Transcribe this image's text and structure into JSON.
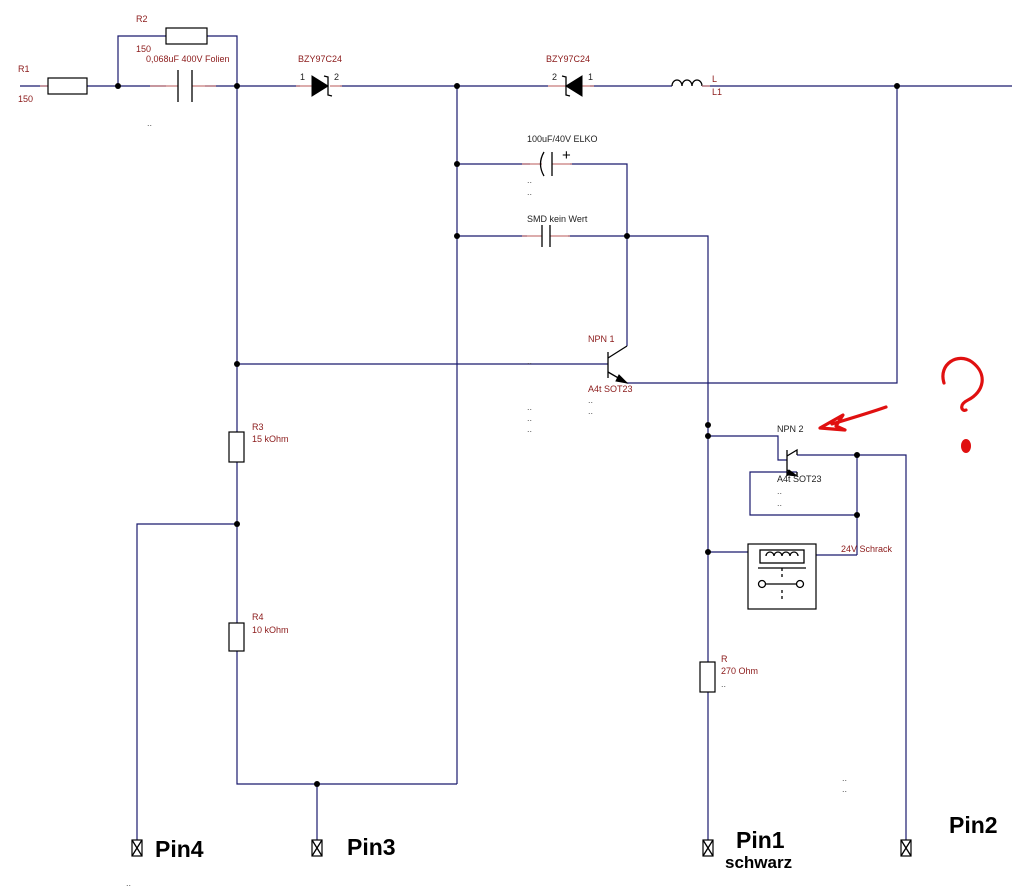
{
  "components": {
    "r1": {
      "ref": "R1",
      "value": "150"
    },
    "r2": {
      "ref": "R2",
      "value": "150"
    },
    "c_folie": {
      "value": "0,068uF 400V Folien"
    },
    "z1": {
      "type": "BZY97C24",
      "pin_left": "1",
      "pin_right": "2"
    },
    "z2": {
      "type": "BZY97C24",
      "pin_left": "2",
      "pin_right": "1"
    },
    "l1": {
      "ref": "L",
      "ref2": "L1"
    },
    "c_elko": {
      "value": "100uF/40V ELKO",
      "polarity": "+"
    },
    "c_smd": {
      "value": "SMD kein Wert"
    },
    "npn1": {
      "ref": "NPN 1",
      "type": "A4t SOT23"
    },
    "npn2": {
      "ref": "NPN 2",
      "type": "A4t SOT23"
    },
    "r3": {
      "ref": "R3",
      "value": "15 kOhm"
    },
    "r4": {
      "ref": "R4",
      "value": "10 kOhm"
    },
    "relay": {
      "value": "24V Schrack"
    },
    "r_out": {
      "ref": "R",
      "value": "270 Ohm"
    }
  },
  "pins": {
    "pin4": "Pin4",
    "pin3": "Pin3",
    "pin1": "Pin1",
    "pin1_note": "schwarz",
    "pin2": "Pin2"
  },
  "placeholder": "..",
  "colors": {
    "wire": "#1a1a6e",
    "lead": "#c87a7a",
    "label": "#8b1a1a",
    "annotation": "#e01010"
  },
  "annotations": {
    "question_mark_icon": "question-mark-icon",
    "arrow_icon": "arrow-icon"
  }
}
